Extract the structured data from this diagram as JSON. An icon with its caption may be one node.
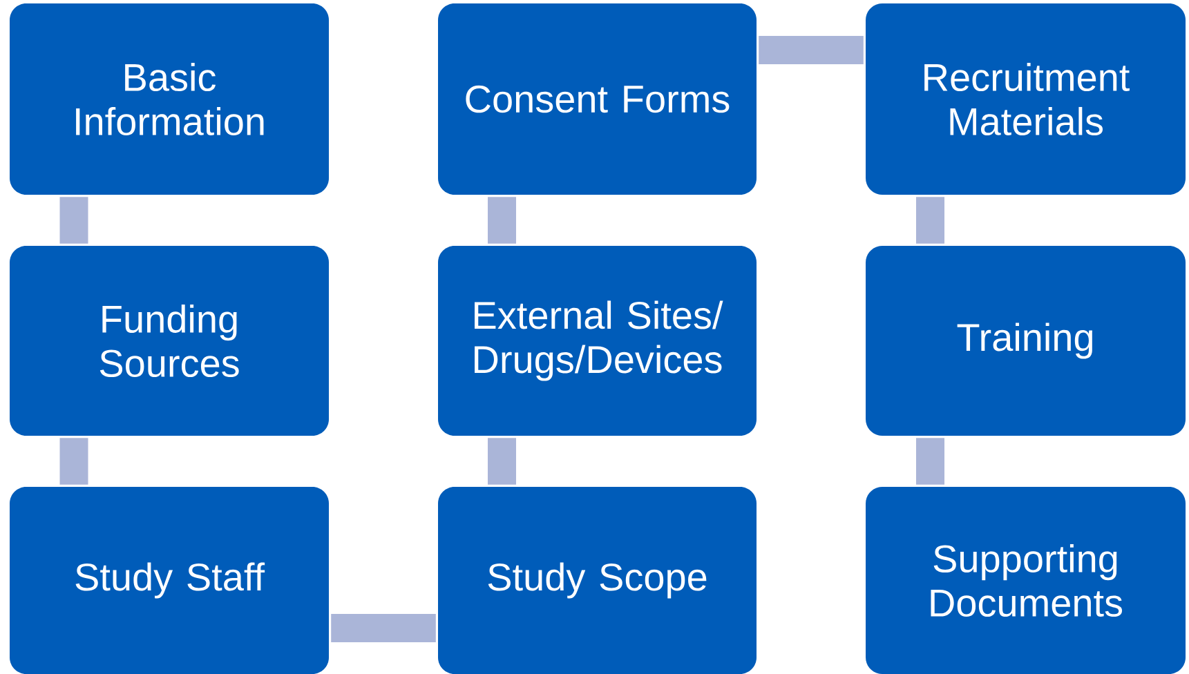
{
  "diagram": {
    "nodes": [
      {
        "text": [
          "Basic Information"
        ]
      },
      {
        "text": [
          "Funding Sources"
        ]
      },
      {
        "text": [
          "Study Staff"
        ]
      },
      {
        "text": [
          "Consent Forms"
        ]
      },
      {
        "text": [
          "External Sites/ Drugs/Devices"
        ]
      },
      {
        "text": [
          "Study Scope"
        ]
      },
      {
        "text": [
          "Recruitment Materials"
        ]
      },
      {
        "text": [
          "Training"
        ]
      },
      {
        "text": [
          "Supporting Documents"
        ]
      }
    ],
    "edges": [
      {
        "from": 0,
        "to": 1,
        "arrow": "none"
      },
      {
        "from": 1,
        "to": 2,
        "arrow": "none"
      },
      {
        "from": 2,
        "to": 5,
        "arrow": "none"
      },
      {
        "from": 5,
        "to": 4,
        "arrow": "none"
      },
      {
        "from": 4,
        "to": 3,
        "arrow": "none"
      },
      {
        "from": 3,
        "to": 6,
        "arrow": "none"
      },
      {
        "from": 6,
        "to": 7,
        "arrow": "none"
      },
      {
        "from": 7,
        "to": 8,
        "arrow": "none"
      }
    ]
  }
}
